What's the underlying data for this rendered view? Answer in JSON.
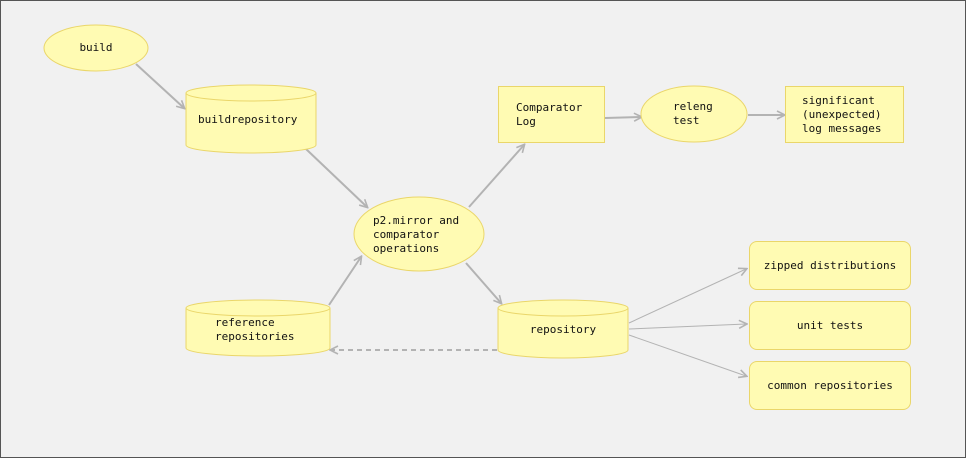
{
  "colors": {
    "fill": "#fffbb3",
    "stroke": "#ead66a",
    "arrow": "#b3b3b3",
    "background": "#f1f1f1"
  },
  "nodes": {
    "build": "build",
    "buildrepository": "buildrepository",
    "p2_mirror": "p2.mirror and\ncomparator\noperations",
    "comparator_log": "Comparator\nLog",
    "releng_test": "releng\ntest",
    "significant": "significant\n(unexpected)\nlog messages",
    "reference_repositories": "reference\nrepositories",
    "repository": "repository",
    "zipped_distributions": "zipped distributions",
    "unit_tests": "unit tests",
    "common_repositories": "common repositories"
  }
}
